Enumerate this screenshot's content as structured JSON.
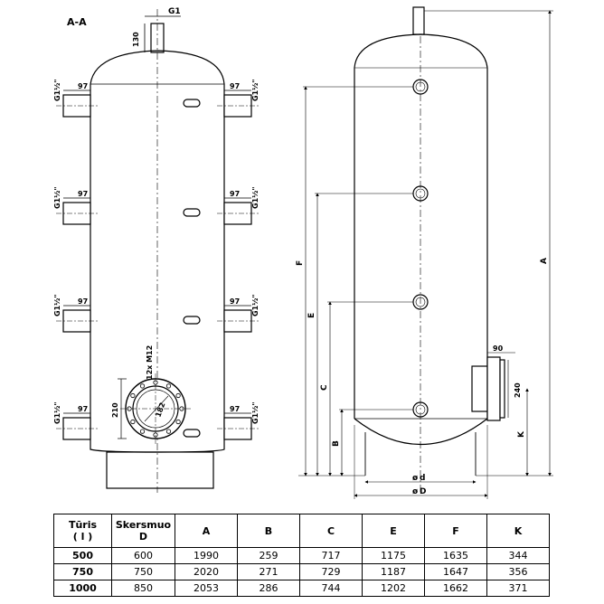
{
  "section_title": "A-A",
  "top_connection": "G1",
  "top_dim": "130",
  "side_connection": "G1½\"",
  "side_dim": "97",
  "flange": {
    "dim_height": "210",
    "dim_bolt_circle": "182",
    "bolts": "12x M12"
  },
  "right_view": {
    "dim_A": "A",
    "dim_B": "B",
    "dim_C": "C",
    "dim_E": "E",
    "dim_F": "F",
    "dim_K": "K",
    "dim_d": "d",
    "dim_D": "D",
    "diameter_symbol": "ø",
    "flange_width": "90",
    "flange_dia": "240"
  },
  "table": {
    "headers": [
      {
        "line1": "Tūris",
        "line2": "( l )"
      },
      {
        "line1": "Skersmuo",
        "line2": "D"
      },
      {
        "line1": "A",
        "line2": ""
      },
      {
        "line1": "B",
        "line2": ""
      },
      {
        "line1": "C",
        "line2": ""
      },
      {
        "line1": "E",
        "line2": ""
      },
      {
        "line1": "F",
        "line2": ""
      },
      {
        "line1": "K",
        "line2": ""
      }
    ],
    "rows": [
      [
        "500",
        "600",
        "1990",
        "259",
        "717",
        "1175",
        "1635",
        "344"
      ],
      [
        "750",
        "750",
        "2020",
        "271",
        "729",
        "1187",
        "1647",
        "356"
      ],
      [
        "1000",
        "850",
        "2053",
        "286",
        "744",
        "1202",
        "1662",
        "371"
      ]
    ]
  }
}
